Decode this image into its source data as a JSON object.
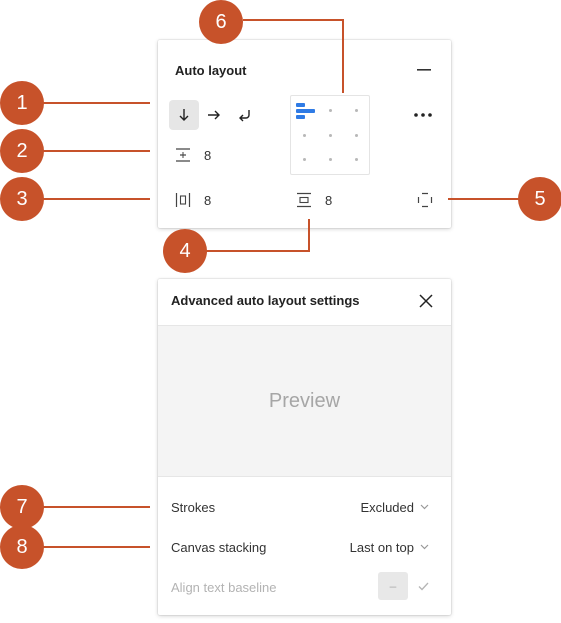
{
  "auto_layout": {
    "title": "Auto layout",
    "collapse_icon": "minus-icon",
    "direction_icons": [
      "arrow-down-icon",
      "arrow-right-icon",
      "wrap-icon"
    ],
    "item_spacing": "8",
    "padding_horizontal": "8",
    "padding_vertical": "8",
    "more_icon": "more-icon",
    "accent": "#2f7be5"
  },
  "advanced": {
    "title": "Advanced auto layout settings",
    "preview": "Preview",
    "strokes_label": "Strokes",
    "strokes_value": "Excluded",
    "stacking_label": "Canvas stacking",
    "stacking_value": "Last on top",
    "baseline_label": "Align text baseline",
    "baseline_toggle": "–"
  },
  "callouts": [
    "1",
    "2",
    "3",
    "4",
    "5",
    "6",
    "7",
    "8"
  ],
  "callout_color": "#c7522a"
}
